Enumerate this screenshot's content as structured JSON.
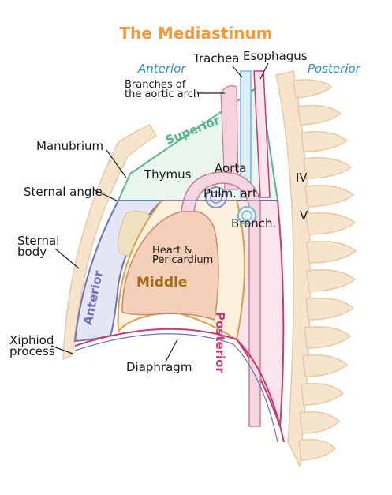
{
  "title": "The Mediastinum",
  "orientation": {
    "anterior": "Anterior",
    "posterior": "Posterior"
  },
  "labels": {
    "trachea": "Trachea",
    "esophagus": "Esophagus",
    "aortic_branches": "Branches of\nthe aortic arch",
    "manubrium": "Manubrium",
    "sternal_angle": "Sternal angle",
    "sternal_body": "Sternal\nbody",
    "xiphoid_process": "Xiphiod\nprocess",
    "diaphragm": "Diaphragm",
    "thymus": "Thymus",
    "aorta": "Aorta",
    "pulm_art": "Pulm. art.",
    "bronch": "Bronch.",
    "heart": "Heart &\nPericardium",
    "vertebra_iv": "IV",
    "vertebra_v": "V"
  },
  "regions": {
    "superior": "Superior",
    "anterior": "Anterior",
    "middle": "Middle",
    "posterior": "Posterior"
  },
  "colors": {
    "title": "#f39a3c",
    "direction": "#2f8fb7",
    "superior": "#5ab58a",
    "anterior": "#6f72b8",
    "middle": "#a46a14",
    "posterior": "#c43e73",
    "bone": "#f7e4cc",
    "heart": "#f6cfb8"
  }
}
